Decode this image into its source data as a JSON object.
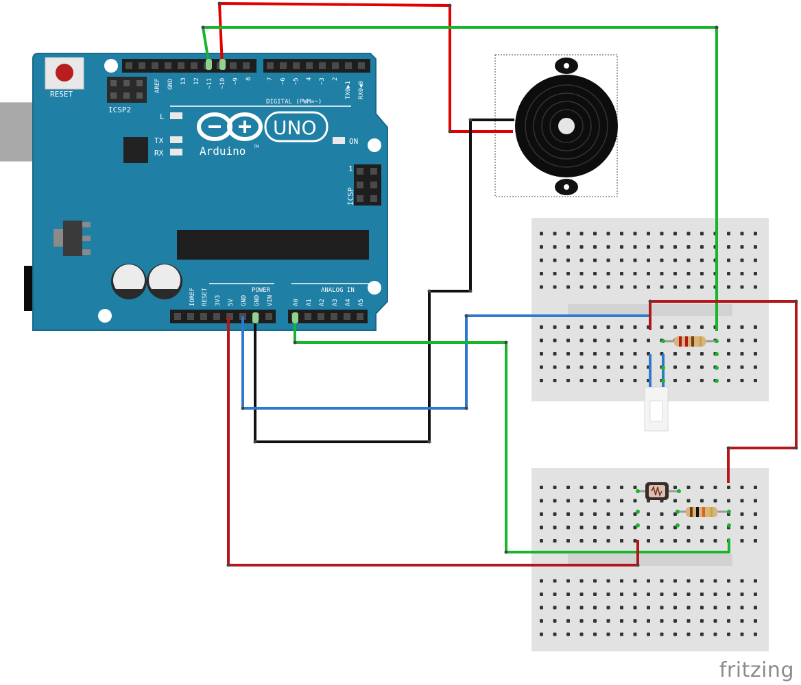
{
  "board": {
    "reset_label": "RESET",
    "icsp2_label": "ICSP2",
    "icsp_label": "ICSP",
    "icsp_pin1_label": "1",
    "digital_label": "DIGITAL (PWM=~)",
    "power_label": "POWER",
    "analog_label": "ANALOG IN",
    "l_label": "L",
    "tx_label": "TX",
    "rx_label": "RX",
    "on_label": "ON",
    "brand_name": "Arduino",
    "brand_tm": "TM",
    "model": "UNO",
    "digital_pins": [
      "AREF",
      "GND",
      "13",
      "12",
      "~11",
      "~10",
      "~9",
      "8",
      "7",
      "~6",
      "~5",
      "4",
      "~3",
      "2",
      "TX0▶1",
      "RX0◀0"
    ],
    "power_pins": [
      "IOREF",
      "RESET",
      "3V3",
      "5V",
      "GND",
      "GND",
      "VIN"
    ],
    "analog_pins": [
      "A0",
      "A1",
      "A2",
      "A3",
      "A4",
      "A5"
    ],
    "colors": {
      "pcb": "#1f7fa5",
      "pcb_edge": "#17698a",
      "silkscreen": "#ffffff"
    }
  },
  "components": [
    "piezo-buzzer",
    "led",
    "resistor-220",
    "photoresistor",
    "resistor-10k",
    "breadboard-top",
    "breadboard-bottom"
  ],
  "wire_colors": {
    "red": "#e00000",
    "green": "#17b52c",
    "black": "#111111",
    "blue": "#2f78d0",
    "dark_red": "#b3161b"
  },
  "watermark": "fritzing"
}
